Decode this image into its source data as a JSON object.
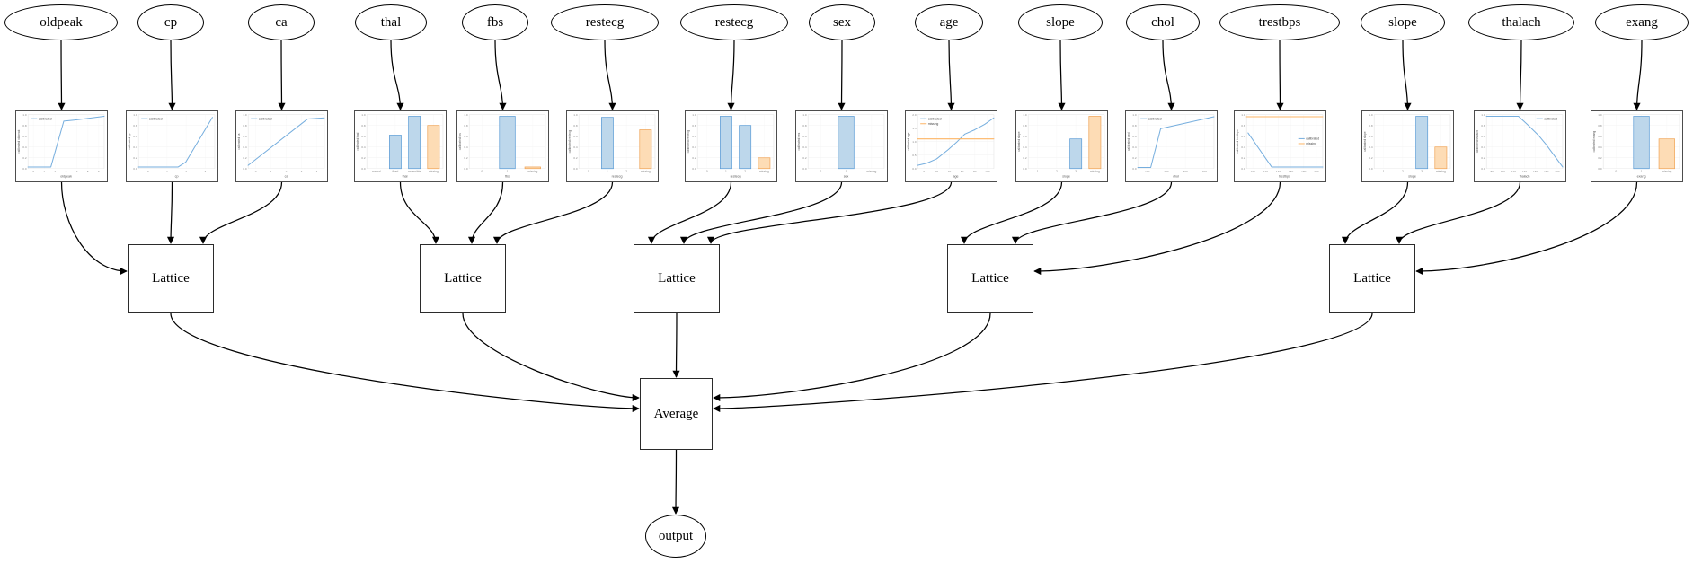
{
  "nodes": {
    "features": [
      {
        "id": "f0",
        "label": "oldpeak"
      },
      {
        "id": "f1",
        "label": "cp"
      },
      {
        "id": "f2",
        "label": "ca"
      },
      {
        "id": "f3",
        "label": "thal"
      },
      {
        "id": "f4",
        "label": "fbs"
      },
      {
        "id": "f5",
        "label": "restecg"
      },
      {
        "id": "f6",
        "label": "restecg"
      },
      {
        "id": "f7",
        "label": "sex"
      },
      {
        "id": "f8",
        "label": "age"
      },
      {
        "id": "f9",
        "label": "slope"
      },
      {
        "id": "f10",
        "label": "chol"
      },
      {
        "id": "f11",
        "label": "trestbps"
      },
      {
        "id": "f12",
        "label": "slope"
      },
      {
        "id": "f13",
        "label": "thalach"
      },
      {
        "id": "f14",
        "label": "exang"
      }
    ],
    "lattices": [
      {
        "id": "l0",
        "label": "Lattice"
      },
      {
        "id": "l1",
        "label": "Lattice"
      },
      {
        "id": "l2",
        "label": "Lattice"
      },
      {
        "id": "l3",
        "label": "Lattice"
      },
      {
        "id": "l4",
        "label": "Lattice"
      }
    ],
    "average": {
      "id": "avg",
      "label": "Average"
    },
    "output": {
      "id": "out",
      "label": "output"
    }
  },
  "colors": {
    "line_blue": "#76aede",
    "line_orange": "#fdb566",
    "bar_blue_fill": "#bdd7eb",
    "bar_blue_edge": "#5a9bd5",
    "bar_orange_fill": "#fddcb5",
    "bar_orange_edge": "#f0a355",
    "grid": "#ececec",
    "tick_text": "#888888",
    "axis_text": "#555555",
    "edge_stroke": "#000000"
  },
  "chart_data": [
    {
      "feature": "oldpeak",
      "type": "line",
      "xlabel": "oldpeak",
      "ylabel": "calibrated oldpeak",
      "yticks": [
        "1.0",
        "0.8",
        "0.6",
        "0.4",
        "0.2",
        "0.0"
      ],
      "xticks": [
        "0",
        "1",
        "2",
        "3",
        "4",
        "5",
        "6"
      ],
      "legend": [
        "calibrated"
      ],
      "legend_pos": "tl",
      "series": [
        {
          "name": "calibrated",
          "color": "blue",
          "points": [
            [
              0,
              0.03
            ],
            [
              0.3,
              0.03
            ],
            [
              0.47,
              0.88
            ],
            [
              0.62,
              0.9
            ],
            [
              1,
              0.97
            ]
          ]
        }
      ]
    },
    {
      "feature": "cp",
      "type": "line",
      "xlabel": "cp",
      "ylabel": "calibrated cp",
      "yticks": [
        "1.0",
        "0.8",
        "0.6",
        "0.4",
        "0.2",
        "0.0"
      ],
      "xticks": [
        "0",
        "1",
        "2",
        "3"
      ],
      "legend": [
        "calibrated"
      ],
      "legend_pos": "tl",
      "series": [
        {
          "name": "calibrated",
          "color": "blue",
          "points": [
            [
              0,
              0.03
            ],
            [
              0.52,
              0.03
            ],
            [
              0.62,
              0.12
            ],
            [
              0.97,
              0.95
            ]
          ]
        }
      ]
    },
    {
      "feature": "ca",
      "type": "line",
      "xlabel": "ca",
      "ylabel": "calibrated ca",
      "yticks": [
        "1.0",
        "0.8",
        "0.6",
        "0.4",
        "0.2",
        "0.0"
      ],
      "xticks": [
        "0",
        "1",
        "2",
        "3",
        "4"
      ],
      "legend": [
        "calibrated"
      ],
      "legend_pos": "tl",
      "series": [
        {
          "name": "calibrated",
          "color": "blue",
          "points": [
            [
              0,
              0.06
            ],
            [
              0.78,
              0.92
            ],
            [
              1,
              0.94
            ]
          ]
        }
      ]
    },
    {
      "feature": "thal",
      "type": "bar",
      "xlabel": "thal",
      "ylabel": "calibrated thal",
      "yticks": [
        "1.0",
        "0.8",
        "0.6",
        "0.4",
        "0.2",
        "0.0"
      ],
      "categories": [
        "normal",
        "fixed",
        "reversible",
        "missing"
      ],
      "bars": [
        {
          "value": 0,
          "color": "blue"
        },
        {
          "value": 0.62,
          "color": "blue"
        },
        {
          "value": 0.97,
          "color": "blue"
        },
        {
          "value": 0.8,
          "color": "orange"
        }
      ]
    },
    {
      "feature": "fbs",
      "type": "bar",
      "xlabel": "fbs",
      "ylabel": "calibrated fbs",
      "yticks": [
        "1.0",
        "0.8",
        "0.6",
        "0.4",
        "0.2",
        "0.0"
      ],
      "categories": [
        "0",
        "1",
        "missing"
      ],
      "bars": [
        {
          "value": 0,
          "color": "blue"
        },
        {
          "value": 0.97,
          "color": "blue"
        },
        {
          "value": 0.03,
          "color": "orange"
        }
      ]
    },
    {
      "feature": "restecg",
      "type": "bar",
      "xlabel": "restecg",
      "ylabel": "calibrated restecg",
      "yticks": [
        "1.0",
        "0.8",
        "0.6",
        "0.4",
        "0.2",
        "0.0"
      ],
      "categories": [
        "0",
        "1",
        "2",
        "missing"
      ],
      "bars": [
        {
          "value": 0,
          "color": "blue"
        },
        {
          "value": 0.95,
          "color": "blue"
        },
        {
          "value": 0,
          "color": "blue"
        },
        {
          "value": 0.72,
          "color": "orange"
        }
      ]
    },
    {
      "feature": "restecg",
      "type": "bar",
      "xlabel": "restecg",
      "ylabel": "calibrated restecg",
      "yticks": [
        "1.0",
        "0.8",
        "0.6",
        "0.4",
        "0.2",
        "0.0"
      ],
      "categories": [
        "0",
        "1",
        "2",
        "missing"
      ],
      "bars": [
        {
          "value": 0,
          "color": "blue"
        },
        {
          "value": 0.97,
          "color": "blue"
        },
        {
          "value": 0.8,
          "color": "blue"
        },
        {
          "value": 0.2,
          "color": "orange"
        }
      ]
    },
    {
      "feature": "sex",
      "type": "bar",
      "xlabel": "sex",
      "ylabel": "calibrated sex",
      "yticks": [
        "1.0",
        "0.8",
        "0.6",
        "0.4",
        "0.2",
        "0.0"
      ],
      "categories": [
        "0",
        "1",
        "missing"
      ],
      "bars": [
        {
          "value": 0,
          "color": "blue"
        },
        {
          "value": 0.97,
          "color": "blue"
        },
        {
          "value": 0,
          "color": "orange"
        }
      ]
    },
    {
      "feature": "age",
      "type": "line",
      "xlabel": "age",
      "ylabel": "calibrated age",
      "yticks": [
        "2.0",
        "1.5",
        "1.0",
        "0.5",
        "0.0"
      ],
      "xticks": [
        "0",
        "20",
        "40",
        "60",
        "80",
        "100"
      ],
      "legend": [
        "calibrated",
        "missing"
      ],
      "legend_pos": "tl",
      "series": [
        {
          "name": "calibrated",
          "color": "blue",
          "points": [
            [
              0,
              0.06
            ],
            [
              0.12,
              0.1
            ],
            [
              0.25,
              0.18
            ],
            [
              0.4,
              0.35
            ],
            [
              0.52,
              0.5
            ],
            [
              0.62,
              0.64
            ],
            [
              0.75,
              0.72
            ],
            [
              0.88,
              0.82
            ],
            [
              1,
              0.94
            ]
          ]
        },
        {
          "name": "missing",
          "color": "orange",
          "points": [
            [
              0,
              0.55
            ],
            [
              1,
              0.55
            ]
          ]
        }
      ]
    },
    {
      "feature": "slope",
      "type": "bar",
      "xlabel": "slope",
      "ylabel": "calibrated slope",
      "yticks": [
        "1.0",
        "0.8",
        "0.6",
        "0.4",
        "0.2",
        "0.0"
      ],
      "categories": [
        "1",
        "2",
        "3",
        "missing"
      ],
      "bars": [
        {
          "value": 0,
          "color": "blue"
        },
        {
          "value": 0,
          "color": "blue"
        },
        {
          "value": 0.55,
          "color": "blue"
        },
        {
          "value": 0.97,
          "color": "orange"
        }
      ]
    },
    {
      "feature": "chol",
      "type": "line",
      "xlabel": "chol",
      "ylabel": "calibrated chol",
      "yticks": [
        "1.0",
        "0.8",
        "0.6",
        "0.4",
        "0.2",
        "0.0"
      ],
      "xticks": [
        "100",
        "200",
        "300",
        "400"
      ],
      "legend": [
        "calibrated"
      ],
      "legend_pos": "tl",
      "series": [
        {
          "name": "calibrated",
          "color": "blue",
          "points": [
            [
              0,
              0.02
            ],
            [
              0.17,
              0.02
            ],
            [
              0.3,
              0.74
            ],
            [
              0.65,
              0.85
            ],
            [
              1,
              0.96
            ]
          ]
        }
      ]
    },
    {
      "feature": "trestbps",
      "type": "line",
      "xlabel": "trestbps",
      "ylabel": "calibrated trestbps",
      "yticks": [
        "1.0",
        "0.8",
        "0.6",
        "0.4",
        "0.2",
        "0.0"
      ],
      "xticks": [
        "100",
        "120",
        "140",
        "160",
        "180",
        "200"
      ],
      "legend": [
        "calibrated",
        "missing"
      ],
      "legend_pos": "r",
      "series": [
        {
          "name": "missing",
          "color": "orange",
          "points": [
            [
              0,
              0.96
            ],
            [
              1,
              0.96
            ]
          ]
        },
        {
          "name": "calibrated",
          "color": "blue",
          "points": [
            [
              0.02,
              0.66
            ],
            [
              0.33,
              0.03
            ],
            [
              1,
              0.03
            ]
          ]
        }
      ]
    },
    {
      "feature": "slope",
      "type": "bar",
      "xlabel": "slope",
      "ylabel": "calibrated slope",
      "yticks": [
        "1.0",
        "0.8",
        "0.6",
        "0.4",
        "0.2",
        "0.0"
      ],
      "categories": [
        "1",
        "2",
        "3",
        "missing"
      ],
      "bars": [
        {
          "value": 0,
          "color": "blue"
        },
        {
          "value": 0,
          "color": "blue"
        },
        {
          "value": 0.97,
          "color": "blue"
        },
        {
          "value": 0.4,
          "color": "orange"
        }
      ]
    },
    {
      "feature": "thalach",
      "type": "line",
      "xlabel": "thalach",
      "ylabel": "calibrated thalach",
      "yticks": [
        "1.0",
        "0.8",
        "0.6",
        "0.4",
        "0.2",
        "0.0"
      ],
      "xticks": [
        "80",
        "100",
        "120",
        "140",
        "160",
        "180",
        "200"
      ],
      "legend": [
        "calibrated"
      ],
      "legend_pos": "tr",
      "series": [
        {
          "name": "calibrated",
          "color": "blue",
          "points": [
            [
              0,
              0.97
            ],
            [
              0.42,
              0.97
            ],
            [
              0.55,
              0.8
            ],
            [
              0.68,
              0.62
            ],
            [
              0.78,
              0.45
            ],
            [
              1,
              0.03
            ]
          ]
        }
      ]
    },
    {
      "feature": "exang",
      "type": "bar",
      "xlabel": "exang",
      "ylabel": "calibrated exang",
      "yticks": [
        "1.0",
        "0.8",
        "0.6",
        "0.4",
        "0.2",
        "0.0"
      ],
      "categories": [
        "0",
        "1",
        "missing"
      ],
      "bars": [
        {
          "value": 0,
          "color": "blue"
        },
        {
          "value": 0.97,
          "color": "blue"
        },
        {
          "value": 0.55,
          "color": "orange"
        }
      ]
    }
  ],
  "edges": [
    {
      "from": "f0",
      "to": "c0"
    },
    {
      "from": "f1",
      "to": "c1"
    },
    {
      "from": "f2",
      "to": "c2"
    },
    {
      "from": "f3",
      "to": "c3"
    },
    {
      "from": "f4",
      "to": "c4"
    },
    {
      "from": "f5",
      "to": "c5"
    },
    {
      "from": "f6",
      "to": "c6"
    },
    {
      "from": "f7",
      "to": "c7"
    },
    {
      "from": "f8",
      "to": "c8"
    },
    {
      "from": "f9",
      "to": "c9"
    },
    {
      "from": "f10",
      "to": "c10"
    },
    {
      "from": "f11",
      "to": "c11"
    },
    {
      "from": "f12",
      "to": "c12"
    },
    {
      "from": "f13",
      "to": "c13"
    },
    {
      "from": "f14",
      "to": "c14"
    },
    {
      "from": "c0",
      "to": "l0",
      "anchor": "left",
      "ay": 30
    },
    {
      "from": "c1",
      "to": "l0",
      "ox": 0
    },
    {
      "from": "c2",
      "to": "l0",
      "ox": 36
    },
    {
      "from": "c3",
      "to": "l1",
      "ox": -30
    },
    {
      "from": "c4",
      "to": "l1",
      "ox": 10
    },
    {
      "from": "c5",
      "to": "l1",
      "ox": 38
    },
    {
      "from": "c6",
      "to": "l2",
      "ox": -28
    },
    {
      "from": "c7",
      "to": "l2",
      "ox": 8
    },
    {
      "from": "c8",
      "to": "l2",
      "ox": 38
    },
    {
      "from": "c9",
      "to": "l3",
      "ox": -29
    },
    {
      "from": "c10",
      "to": "l3",
      "ox": 28
    },
    {
      "from": "c11",
      "to": "l3",
      "anchor": "right",
      "ay": 30
    },
    {
      "from": "c12",
      "to": "l4",
      "ox": -30
    },
    {
      "from": "c13",
      "to": "l4",
      "ox": 30
    },
    {
      "from": "c14",
      "to": "l4",
      "anchor": "right",
      "ay": 30
    },
    {
      "from": "l0",
      "to": "avg",
      "anchor": "left",
      "ay": 34
    },
    {
      "from": "l1",
      "to": "avg",
      "anchor": "left",
      "ay": 22
    },
    {
      "from": "l2",
      "to": "avg"
    },
    {
      "from": "l3",
      "to": "avg",
      "anchor": "right",
      "ay": 22
    },
    {
      "from": "l4",
      "to": "avg",
      "anchor": "right",
      "ay": 34
    },
    {
      "from": "avg",
      "to": "out"
    }
  ]
}
